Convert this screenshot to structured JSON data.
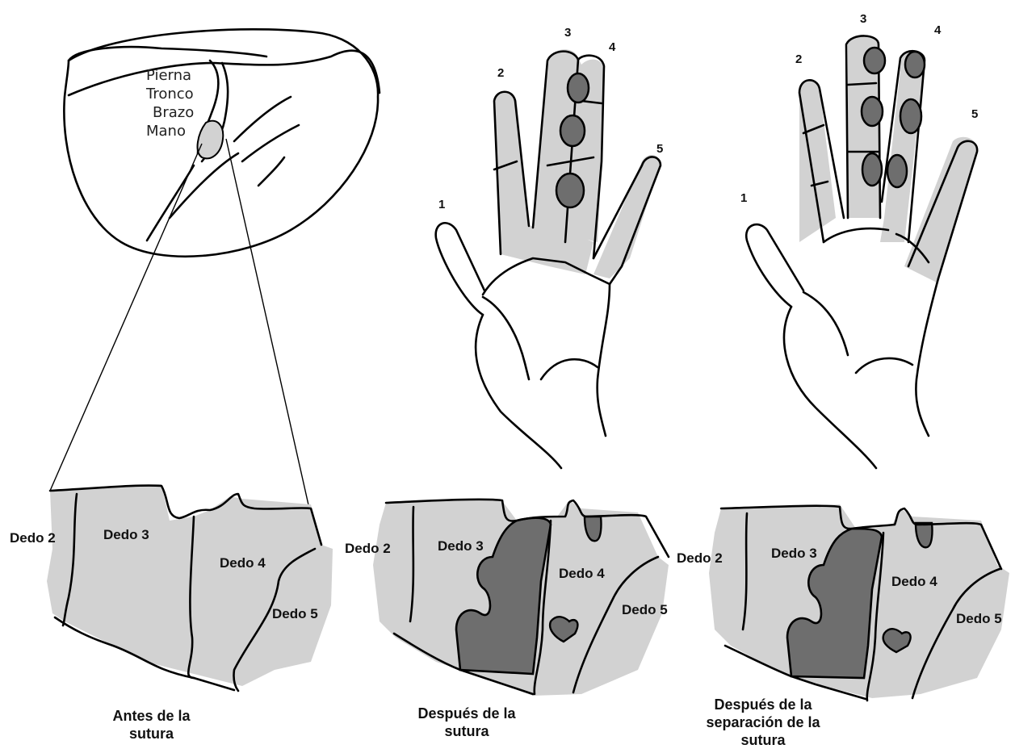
{
  "brain": {
    "labels": [
      "Pierna",
      "Tronco",
      "Brazo",
      "Mano"
    ]
  },
  "hands": {
    "middle": {
      "digits": [
        "1",
        "2",
        "3",
        "4",
        "5"
      ]
    },
    "right": {
      "digits": [
        "1",
        "2",
        "3",
        "4",
        "5"
      ]
    }
  },
  "maps": [
    {
      "digits": [
        "Dedo 2",
        "Dedo 3",
        "Dedo 4",
        "Dedo 5"
      ],
      "caption": [
        "Antes de la",
        "sutura"
      ]
    },
    {
      "digits": [
        "Dedo 2",
        "Dedo 3",
        "Dedo 4",
        "Dedo 5"
      ],
      "caption": [
        "Después de la",
        "sutura"
      ]
    },
    {
      "digits": [
        "Dedo 2",
        "Dedo 3",
        "Dedo 4",
        "Dedo 5"
      ],
      "caption": [
        "Después de la",
        "separación de la",
        "sutura"
      ]
    }
  ],
  "colors": {
    "light_region": "#d2d2d2",
    "dark_region": "#6e6e6e",
    "outline": "#000000",
    "background": "#ffffff"
  }
}
